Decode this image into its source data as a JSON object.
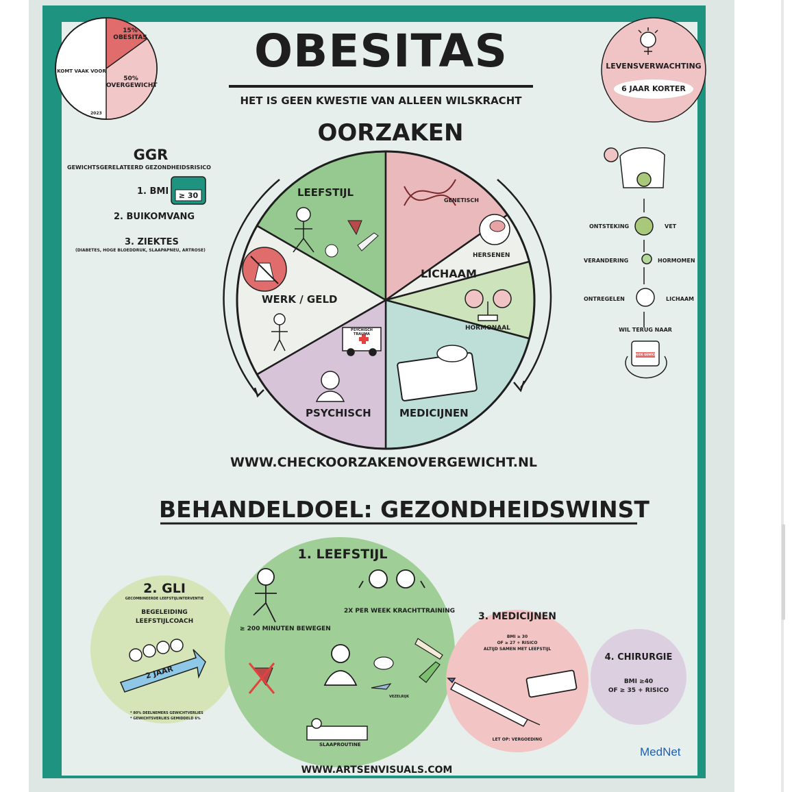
{
  "title": "OBESITAS",
  "subtitle": "HET IS GEEN KWESTIE VAN ALLEEN WILSKRACHT",
  "prevalence": {
    "label": "KOMT VAAK VOOR",
    "obesitas_label": "15% OBESITAS",
    "overgewicht_label": "50% OVERGEWICHT",
    "year": "2023",
    "obesitas_pct": 15,
    "overgewicht_pct": 50
  },
  "life_expectancy": {
    "label": "LEVENSVERWACHTING",
    "value": "6 JAAR KORTER"
  },
  "ggr": {
    "title": "GGR",
    "subtitle": "GEWICHTSGERELATEERD GEZONDHEIDSRISICO",
    "item1": "1. BMI",
    "bmi_value": "≥ 30",
    "item2": "2. BUIKOMVANG",
    "item3": "3. ZIEKTES",
    "item3_detail": "(DIABETES, HOGE BLOEDDRUK, SLAAPAPNEU, ARTROSE)"
  },
  "causes": {
    "title": "OORZAKEN",
    "segments": [
      {
        "label": "LEEFSTIJL",
        "color": "#95c98f"
      },
      {
        "label": "GENETISCH",
        "color": "#eab9bb"
      },
      {
        "label": "LICHAAM",
        "color": "#eef0ec"
      },
      {
        "label": "HERSENEN",
        "color": "#eef0ec"
      },
      {
        "label": "HORMONAAL",
        "color": "#cde3bb"
      },
      {
        "label": "MEDICIJNEN",
        "color": "#bddfd8"
      },
      {
        "label": "PSYCHISCH",
        "color": "#d7c4d8"
      },
      {
        "label": "WERK / GELD",
        "color": "#eef0ec"
      }
    ],
    "trauma_label": "PSYCHISCH TRAUMA"
  },
  "body_cycle": {
    "row1_left": "ONTSTEKING",
    "row1_right": "VET",
    "row2_left": "VERANDERING",
    "row2_right": "HORMOMEN",
    "row3_left": "ONTREGELEN",
    "row3_right": "LICHAAM",
    "bottom": "WIL TERUG NAAR",
    "scale_label": "OUDE GEWICHT"
  },
  "website": "WWW.CHECKOORZAKENOVERGEWICHT.NL",
  "goal_title": "BEHANDELDOEL: GEZONDHEIDSWINST",
  "treatments": {
    "leefstijl": {
      "title": "1. LEEFSTIJL",
      "move": "≥ 200 MINUTEN BEWEGEN",
      "strength": "2X PER WEEK KRACHTTRAINING",
      "sleep": "SLAAPROUTINE",
      "food": "VEZELRIJK"
    },
    "gli": {
      "title": "2. GLI",
      "subtitle": "GECOMBINEERDE LEEFSTIJLINTERVENTIE",
      "coach_line1": "BEGELEIDING",
      "coach_line2": "LEEFSTIJLCOACH",
      "duration": "2 JAAR",
      "note1": "* 80% DEELNEMERS GEWICHTVERLIES",
      "note2": "* GEWICHTSVERLIES GEMIDDELD 6%"
    },
    "medicijnen": {
      "title": "3. MEDICIJNEN",
      "line1": "BMI ≥ 30",
      "line2": "OF ≥ 27 + RISICO",
      "line3": "ALTIJD SAMEN MET LEEFSTIJL",
      "note": "LET OP: VERGOEDING"
    },
    "chirurgie": {
      "title": "4. CHIRURGIE",
      "line1": "BMI ≥40",
      "line2": "OF ≥ 35 + RISICO"
    }
  },
  "footer": "WWW.ARTSENVISUALS.COM",
  "brand": "MedNet"
}
